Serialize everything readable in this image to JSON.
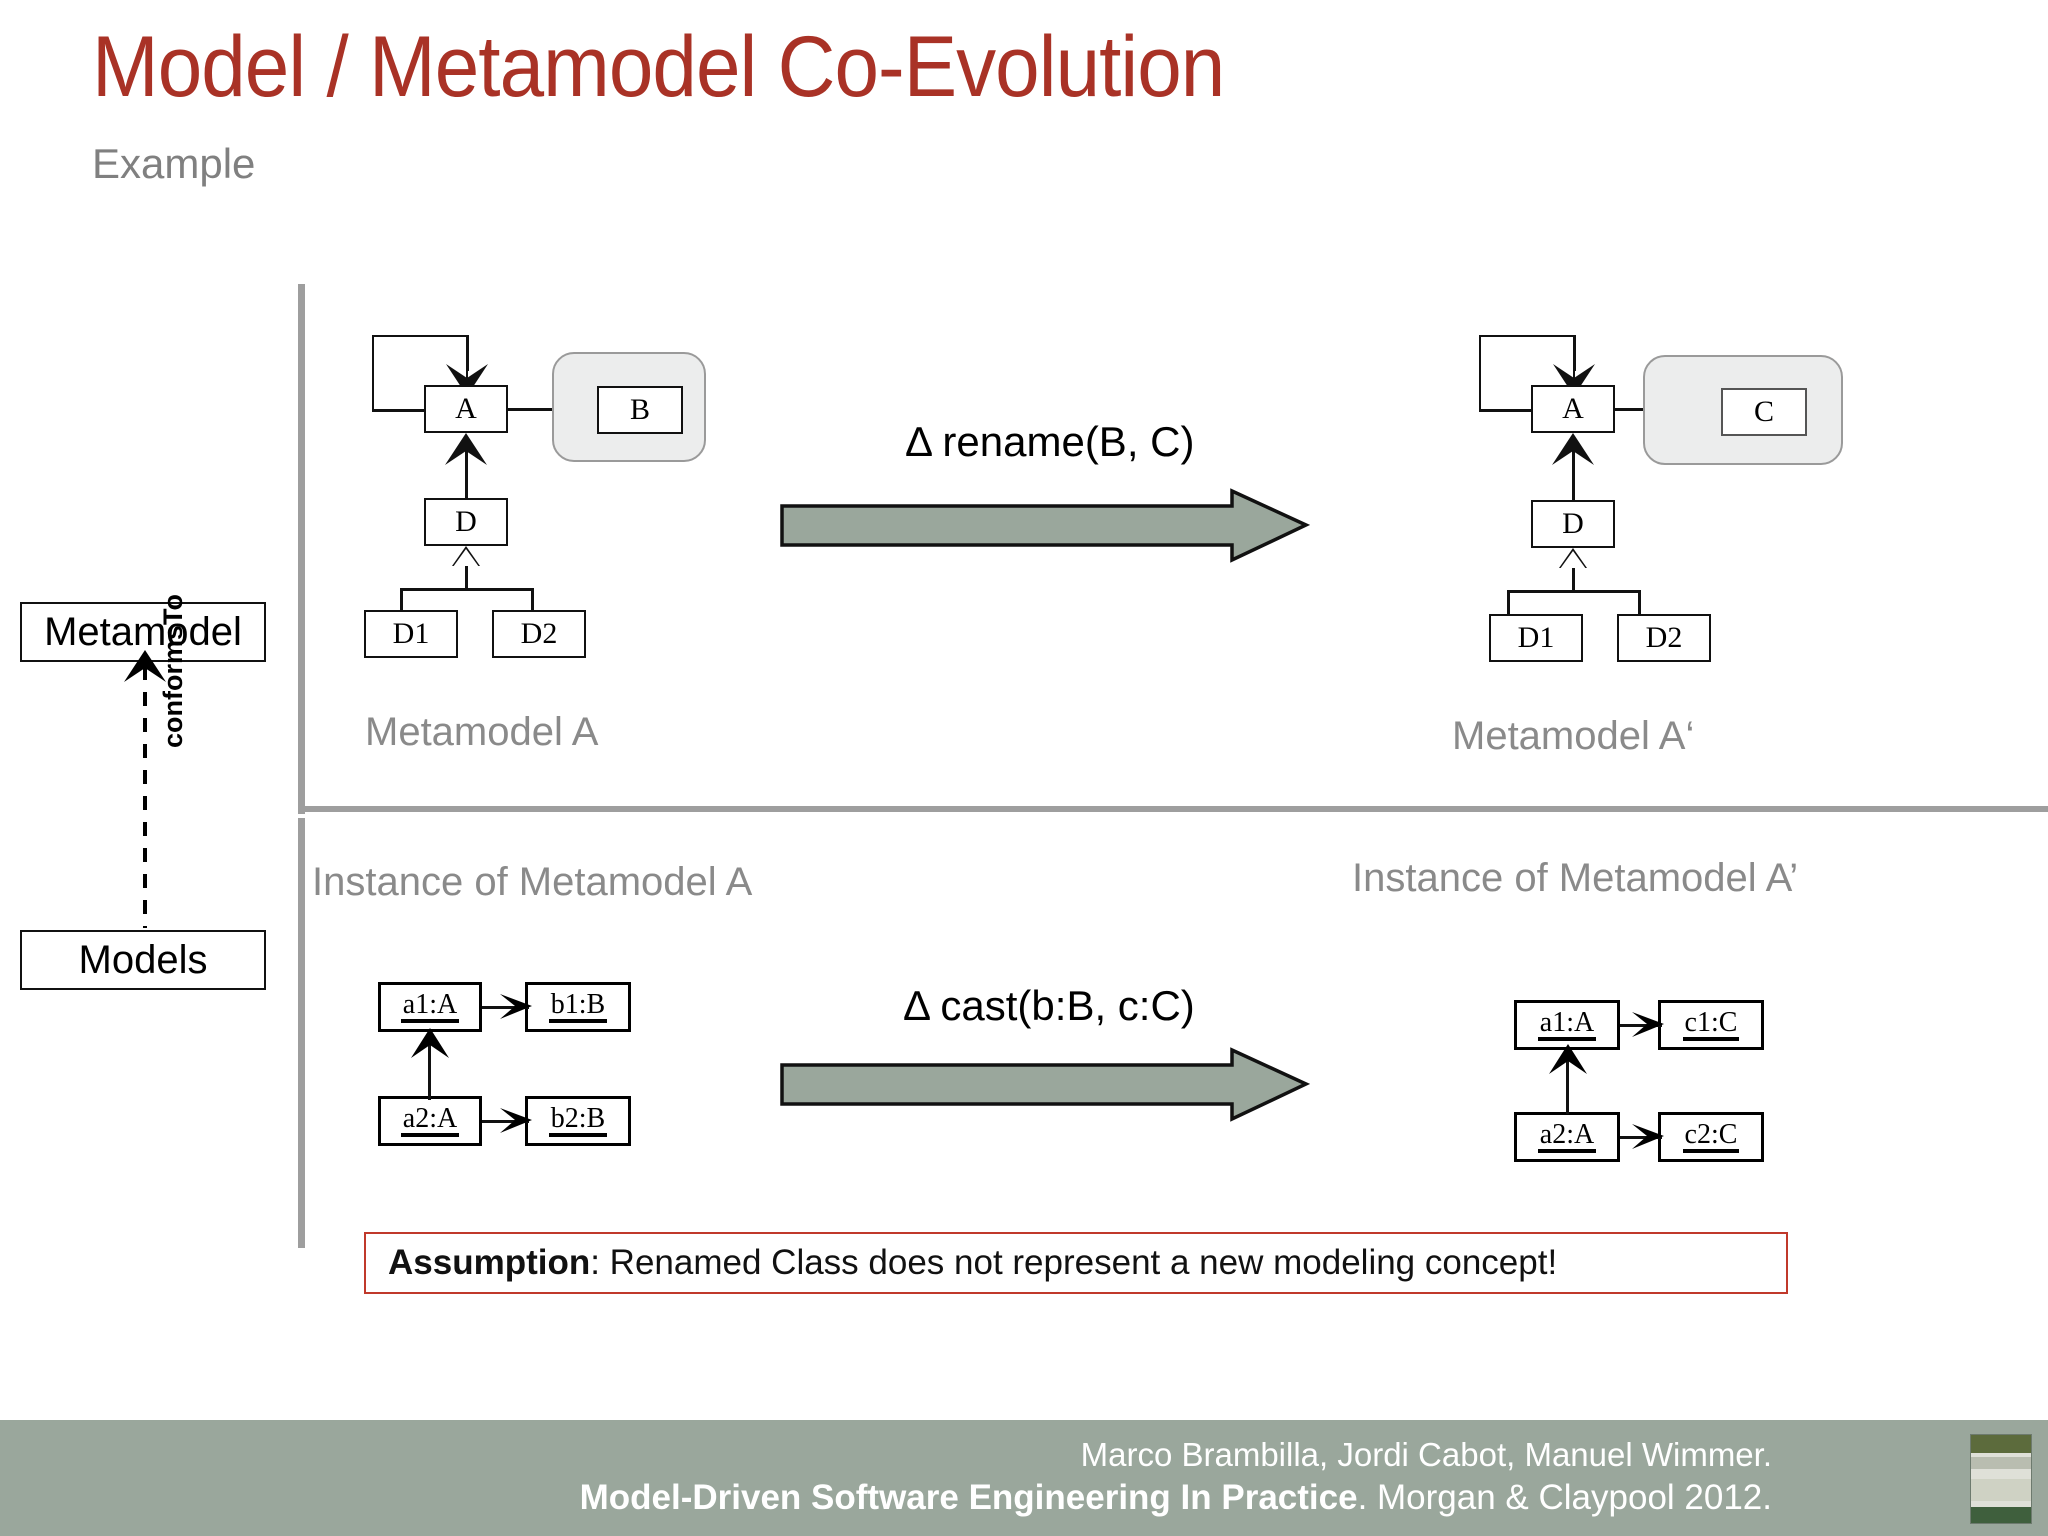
{
  "slide": {
    "title": "Model / Metamodel Co-Evolution",
    "subtitle": "Example",
    "title_color": "#a93226",
    "subtitle_color": "#808080"
  },
  "left_axis": {
    "metamodel_label": "Metamodel",
    "models_label": "Models",
    "relation_label": "conformsTo"
  },
  "metamodel_a": {
    "caption": "Metamodel A",
    "classes": {
      "a": "A",
      "b": "B",
      "d": "D",
      "d1": "D1",
      "d2": "D2"
    }
  },
  "metamodel_a_prime": {
    "caption": "Metamodel A‘",
    "classes": {
      "a": "A",
      "c": "C",
      "d": "D",
      "d1": "D1",
      "d2": "D2"
    }
  },
  "transformations": {
    "metamodel_delta": "Δ rename(B, C)",
    "model_delta": "Δ cast(b:B, c:C)",
    "arrow_fill": "#9aa79c",
    "arrow_stroke": "#111111"
  },
  "instances_a": {
    "caption": "Instance of Metamodel A",
    "objects": {
      "a1": "a1:A",
      "a2": "a2:A",
      "b1": "b1:B",
      "b2": "b2:B"
    }
  },
  "instances_a_prime": {
    "caption": "Instance of Metamodel A’",
    "objects": {
      "a1": "a1:A",
      "a2": "a2:A",
      "c1": "c1:C",
      "c2": "c2:C"
    }
  },
  "assumption": {
    "bold_lead": "Assumption",
    "text": ": Renamed Class does not represent a new modeling concept!",
    "border_color": "#c0392b"
  },
  "footer": {
    "authors": "Marco Brambilla, Jordi Cabot, Manuel Wimmer.",
    "book_title": "Model-Driven Software Engineering In Practice",
    "publisher": ". Morgan & Claypool 2012.",
    "background": "#9aa79c"
  }
}
